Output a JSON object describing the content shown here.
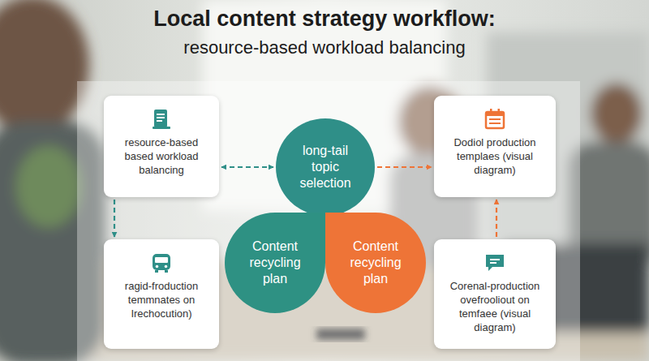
{
  "diagram": {
    "title": "Local content strategy workflow:",
    "nodes": [
      {
        "text": [
          "resource-based based workload balancing"
        ]
      },
      {
        "text": [
          "long-tail topic selection"
        ]
      },
      {
        "text": [
          "Dodiol production templaes (visual diagram)"
        ]
      },
      {
        "text": [
          "Content recycling plan"
        ]
      },
      {
        "text": [
          "Content recycling plan"
        ]
      },
      {
        "text": [
          "ragid-froduction temmnates on Irechocution)"
        ]
      },
      {
        "text": [
          "Corenal-production ovefrooliout on temfaee (visual diagram)"
        ]
      }
    ],
    "edges": [
      {
        "from": 0,
        "to": 1,
        "arrow": "both"
      },
      {
        "from": 1,
        "to": 2,
        "arrow": "to"
      },
      {
        "from": 0,
        "to": 5,
        "arrow": "to"
      },
      {
        "from": 6,
        "to": 2,
        "arrow": "to"
      }
    ],
    "labels": [
      "resource-based workload balancing"
    ]
  }
}
